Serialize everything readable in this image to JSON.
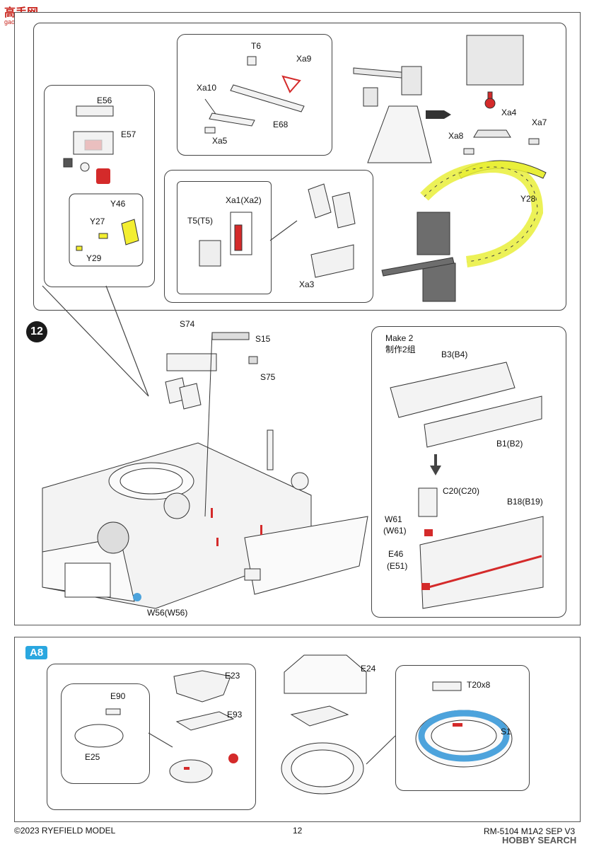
{
  "header_logo": {
    "title": "高手网",
    "url": "gao-shou.com"
  },
  "step12": {
    "badge": "12",
    "top_left_callout": {
      "labels": [
        "E56",
        "E57",
        "Y46",
        "Y27",
        "Y29"
      ]
    },
    "top_mid_callout": {
      "labels": [
        "T6",
        "Xa9",
        "Xa10",
        "E68",
        "Xa5"
      ]
    },
    "mid_callout": {
      "labels": [
        "Xa1(Xa2)",
        "T5(T5)",
        "Xa3"
      ]
    },
    "right_assembly": {
      "labels": [
        "Xa4",
        "Xa8",
        "Xa7",
        "Y28"
      ]
    },
    "main_assembly": {
      "labels": [
        "S74",
        "S15",
        "S75",
        "W56(W56)"
      ]
    },
    "make2_callout": {
      "note_en": "Make 2",
      "note_cn": "制作2组",
      "labels": [
        "B3(B4)",
        "B1(B2)",
        "C20(C20)",
        "W61",
        "(W61)",
        "E46",
        "(E51)",
        "B18(B19)"
      ]
    }
  },
  "a8": {
    "badge": "A8",
    "labels": [
      "E23",
      "E90",
      "E93",
      "E25",
      "E24",
      "T20x8",
      "S1"
    ]
  },
  "footer": {
    "copyright": "©2023 RYEFIELD MODEL",
    "page": "12",
    "model_code": "RM-5104 M1A2 SEP V3",
    "watermark": "HOBBY SEARCH"
  },
  "colors": {
    "frame": "#555555",
    "accent_red": "#d42a2a",
    "highlight_yellow": "#e9ef3a",
    "a8_blue": "#2aa7e0",
    "part_blue": "#4da3dc",
    "part_grey": "#6d6d6d"
  }
}
